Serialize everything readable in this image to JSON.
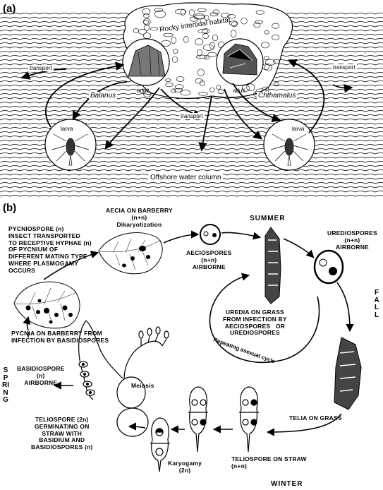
{
  "panel_a": {
    "label": "(a)",
    "habitat": "Rocky intertidal habitat",
    "water": "Offshore water column",
    "transport_label": "transport",
    "adult_label": "adult",
    "larva_label": "larva",
    "species_left": "Balanus",
    "species_right": "Chthamalus"
  },
  "panel_b": {
    "label": "(b)",
    "seasons": {
      "summer": "SUMMER",
      "fall": "FALL",
      "winter": "WINTER",
      "spring": "SPRING"
    },
    "aecia": "AECIA ON BARBERRY\n(n+n)\nDikaryotization",
    "aeciospores": "AECIOSPORES\n(n+n)\nAIRBORNE",
    "urediospores": "UREDIOSPORES\n(n+n)\nAIRBORNE",
    "uredia": "UREDIA ON GRASS\nFROM INFECTION BY\nAECIOSPORES   OR\nUREDIOSPORES",
    "repeating": "Repeating asexual cycle",
    "telia": "TELIA ON GRASS",
    "teliospore_straw": "TELIOSPORE ON STRAW\n(n+n)",
    "karyogamy": "Karyogamy\n(2n)",
    "teliospore_germ": "TELIOSPORE (2n)\nGERMINATING ON\nSTRAW WITH\nBASIDIUM AND\nBASIDIOSPORES (n)",
    "meiosis": "Meiosis",
    "basidiospore": "BASIDIOSPORE\n(n)\nAIRBORNE",
    "pycnia": "PYCNIA ON BARBERRY FROM\nINFECTION BY BASIDIOSPORES",
    "pycniospore": "PYCNIOSPORE (n)\nINSECT TRANSPORTED\nTO RECEPTIVE HYPHAE (n)\nOF PYCNIUM OF\nDIFFERENT MATING TYPE\nWHERE PLASMOGAMY\nOCCURS"
  }
}
